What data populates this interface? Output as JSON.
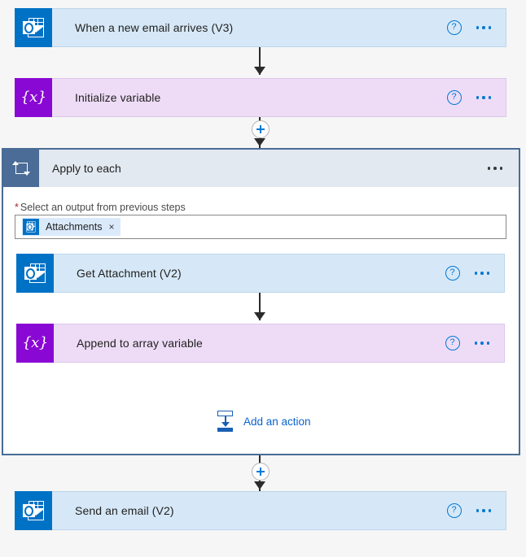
{
  "flow": {
    "nodes": [
      {
        "id": "trigger",
        "title": "When a new email arrives (V3)",
        "icon": "outlook-icon",
        "theme": "blue",
        "help_label": "?",
        "menu_label": "More commands"
      },
      {
        "id": "initialize-variable",
        "title": "Initialize variable",
        "icon": "variable-icon",
        "icon_glyph": "{x}",
        "theme": "purple",
        "help_label": "?",
        "menu_label": "More commands"
      },
      {
        "id": "get-attachment",
        "title": "Get Attachment (V2)",
        "icon": "outlook-icon",
        "theme": "blue",
        "help_label": "?",
        "menu_label": "More commands"
      },
      {
        "id": "append-to-array-variable",
        "title": "Append to array variable",
        "icon": "variable-icon",
        "icon_glyph": "{x}",
        "theme": "purple",
        "help_label": "?",
        "menu_label": "More commands"
      },
      {
        "id": "send-an-email",
        "title": "Send an email (V2)",
        "icon": "outlook-icon",
        "theme": "blue",
        "help_label": "?",
        "menu_label": "More commands"
      }
    ],
    "scope": {
      "id": "apply-to-each",
      "title": "Apply to each",
      "icon": "loop-icon",
      "menu_label": "More commands",
      "field": {
        "required_marker": "*",
        "label": "Select an output from previous steps",
        "token": {
          "label": "Attachments",
          "icon": "outlook-icon",
          "remove_label": "×"
        }
      },
      "add_action": {
        "label": "Add an action",
        "icon": "insert-action-icon"
      }
    },
    "insert_buttons": [
      {
        "id": "insert-after-initialize-variable",
        "label": "+"
      },
      {
        "id": "insert-after-apply-to-each",
        "label": "+"
      }
    ]
  },
  "colors": {
    "accent": "#0078d4",
    "outlook_blue": "#0072c6",
    "variable_purple": "#8a08d4",
    "card_blue_bg": "#d6e8f7",
    "card_purple_bg": "#eedcf7",
    "scope_border": "#4a6c96",
    "scope_header_bg": "#e3e9f1",
    "required_red": "#a4262c",
    "link_blue": "#0b63ce"
  }
}
